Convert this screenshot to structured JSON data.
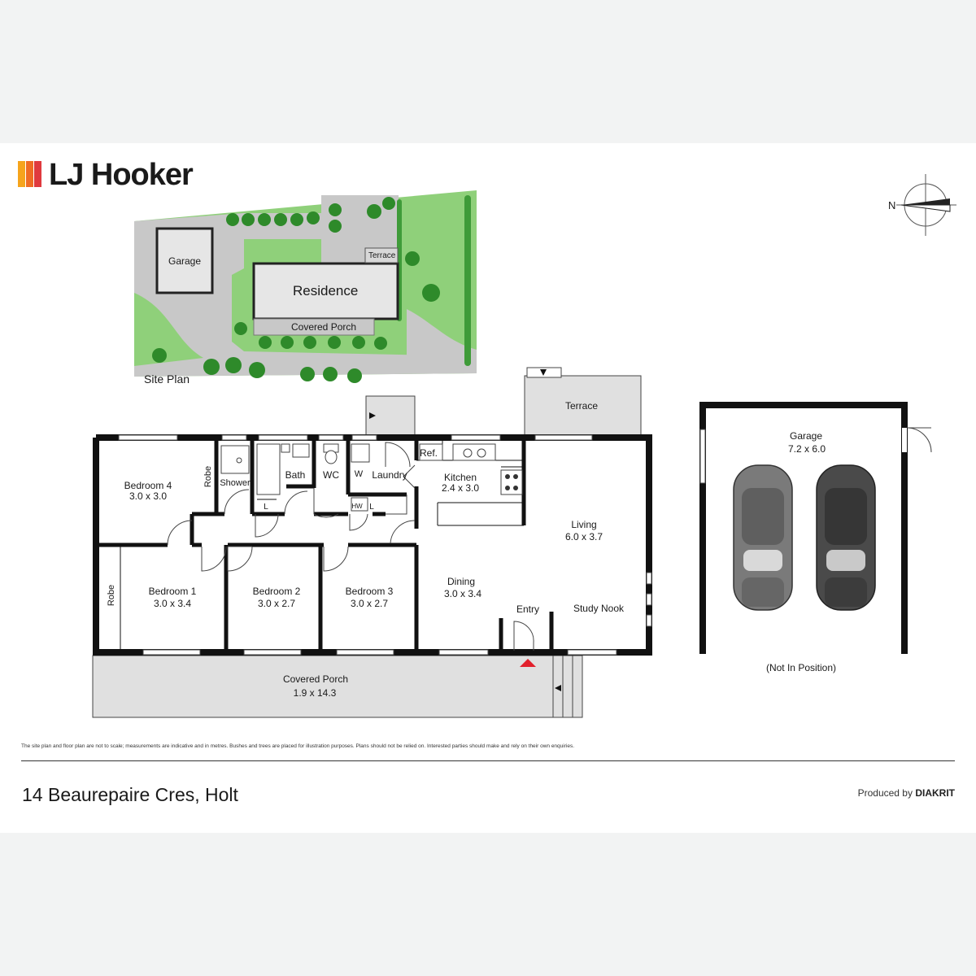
{
  "brand": {
    "name": "LJ Hooker",
    "colors": [
      "#f6a41c",
      "#ef6c23",
      "#e03a3e"
    ]
  },
  "compass": {
    "label": "N",
    "icon": "compass-icon"
  },
  "site_plan": {
    "caption": "Site Plan",
    "garage": "Garage",
    "residence": "Residence",
    "terrace": "Terrace",
    "porch": "Covered Porch"
  },
  "rooms": {
    "bedroom4": {
      "name": "Bedroom 4",
      "size": "3.0 x 3.0"
    },
    "robe_top": "Robe",
    "shower": "Shower",
    "bath": "Bath",
    "wc": "WC",
    "w": "W",
    "laundry": "Laundry",
    "ref": "Ref.",
    "kitchen": {
      "name": "Kitchen",
      "size": "2.4 x 3.0"
    },
    "l1": "L",
    "l2": "L",
    "hw": "HW",
    "living": {
      "name": "Living",
      "size": "6.0 x 3.7"
    },
    "dining": {
      "name": "Dining",
      "size": "3.0 x 3.4"
    },
    "entry": "Entry",
    "study": "Study Nook",
    "robe_left": "Robe",
    "bedroom1": {
      "name": "Bedroom 1",
      "size": "3.0 x 3.4"
    },
    "bedroom2": {
      "name": "Bedroom 2",
      "size": "3.0 x 2.7"
    },
    "bedroom3": {
      "name": "Bedroom 3",
      "size": "3.0 x 2.7"
    },
    "terrace": "Terrace",
    "porch": {
      "name": "Covered Porch",
      "size": "1.9 x 14.3"
    }
  },
  "garage": {
    "name": "Garage",
    "size": "7.2 x 6.0",
    "note": "(Not In Position)"
  },
  "footer": {
    "disclaimer": "The site plan and floor plan are not to scale; measurements are indicative and in metres. Bushes and trees are placed for illustration purposes. Plans should not be relied on. Interested parties should make and rely on their own enquiries.",
    "address": "14 Beaurepaire Cres, Holt",
    "produced_by": "Produced by",
    "producer": "DIAKRIT"
  }
}
